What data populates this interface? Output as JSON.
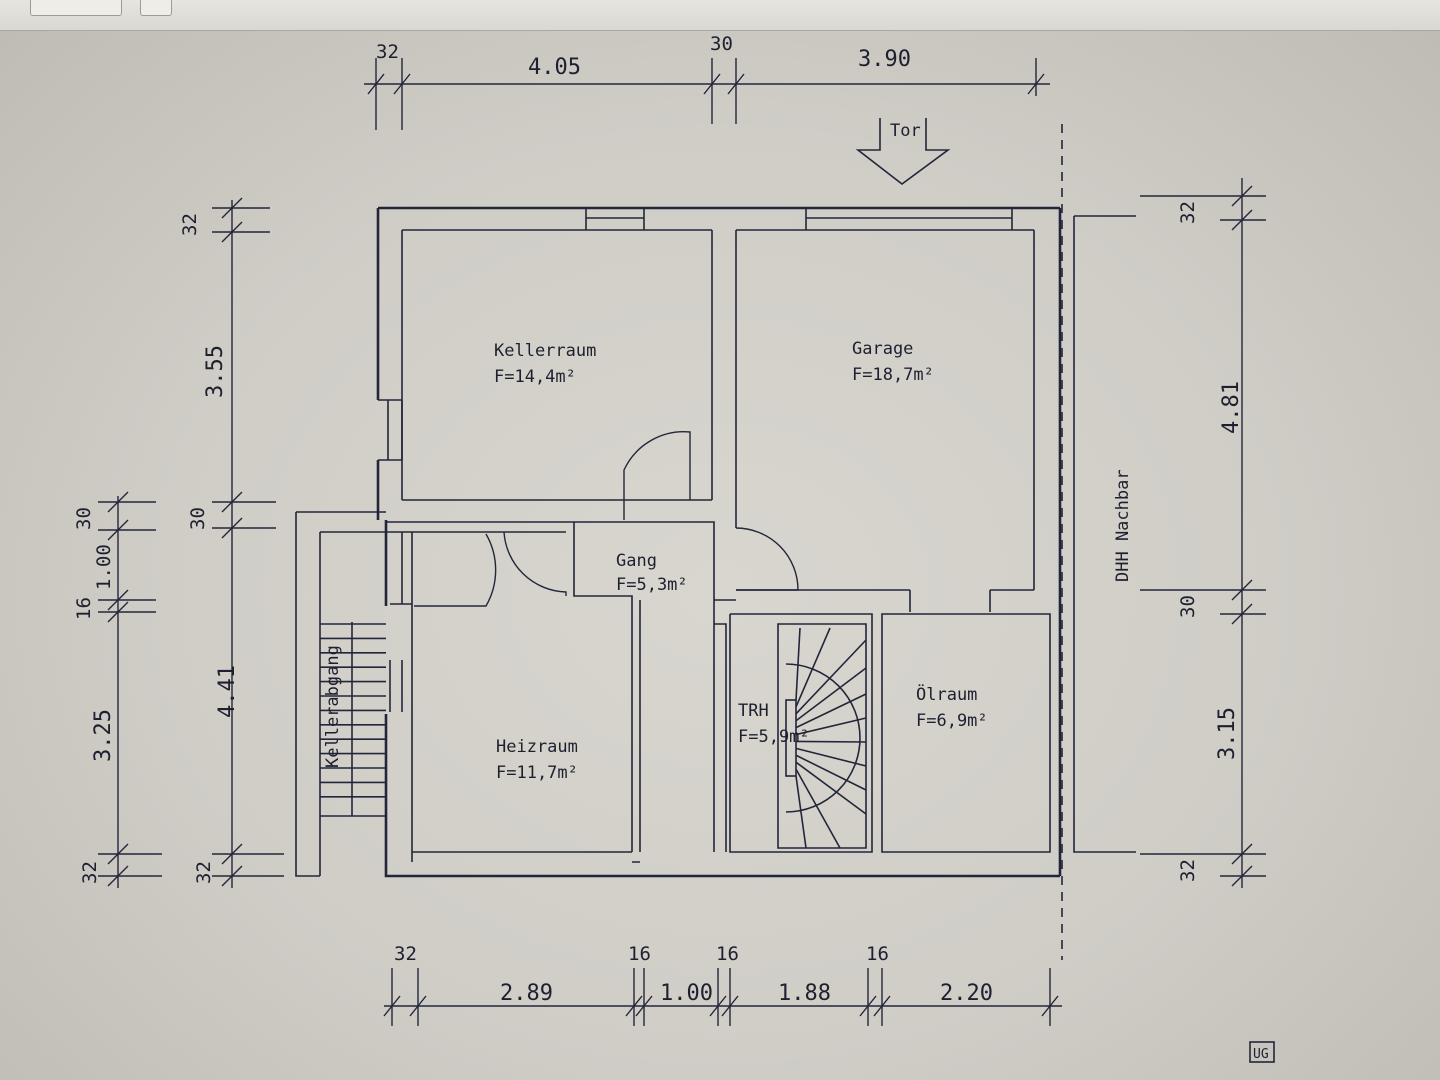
{
  "rooms": [
    {
      "name": "Kellerraum",
      "area": "F=14,4m²"
    },
    {
      "name": "Garage",
      "area": "F=18,7m²"
    },
    {
      "name": "Gang",
      "area": "F=5,3m²"
    },
    {
      "name": "Heizraum",
      "area": "F=11,7m²"
    },
    {
      "name": "TRH",
      "area": "F=5,9m²"
    },
    {
      "name": "Ölraum",
      "area": "F=6,9m²"
    }
  ],
  "labels": {
    "gate": "Tor",
    "neighbor": "DHH Nachbar",
    "cellar_stairs": "Kellerabgang",
    "floor_tag": "UG"
  },
  "dims_top": [
    "32",
    "4.05",
    "30",
    "3.90"
  ],
  "dims_bottom": [
    "32",
    "2.89",
    "16",
    "1.00",
    "16",
    "1.88",
    "16",
    "2.20"
  ],
  "dims_left_outer": [
    "30",
    "1.00",
    "16",
    "3.25",
    "32"
  ],
  "dims_left_inner": [
    "32",
    "3.55",
    "30",
    "4.41",
    "32"
  ],
  "dims_right": [
    "32",
    "4.81",
    "30",
    "3.15",
    "32"
  ]
}
